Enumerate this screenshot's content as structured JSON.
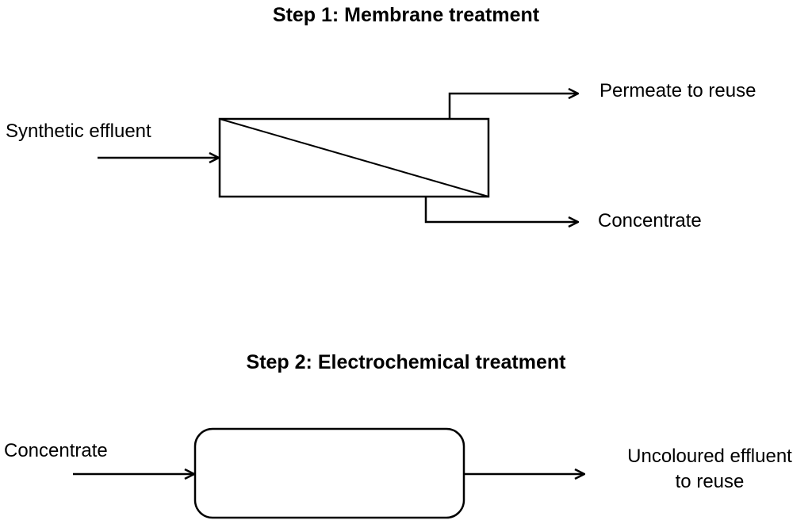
{
  "step1": {
    "title": "Step 1: Membrane treatment",
    "input_label": "Synthetic effluent",
    "permeate_label": "Permeate to reuse",
    "concentrate_label": "Concentrate"
  },
  "step2": {
    "title": "Step 2: Electrochemical treatment",
    "input_label": "Concentrate",
    "output_label_line1": "Uncoloured effluent",
    "output_label_line2": "to reuse"
  },
  "colors": {
    "stroke": "#000000",
    "background": "#ffffff"
  }
}
